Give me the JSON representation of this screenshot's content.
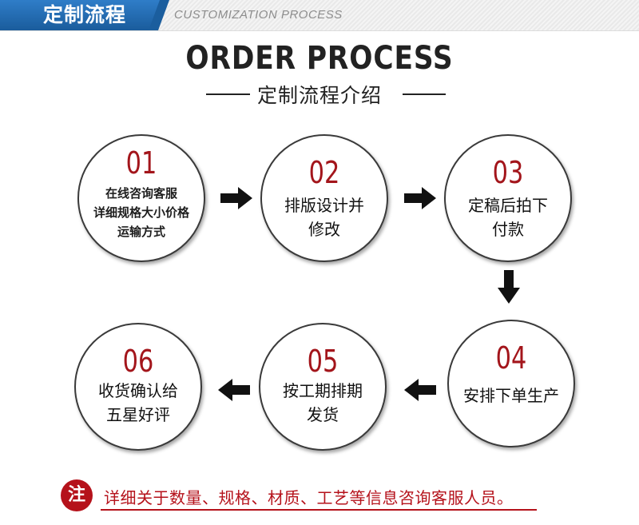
{
  "header": {
    "title": "定制流程",
    "subtitle": "CUSTOMIZATION PROCESS"
  },
  "title": {
    "english": "ORDER PROCESS",
    "chinese": "定制流程介绍"
  },
  "steps": [
    {
      "number": "01",
      "lines": [
        "在线咨询客服",
        "详细规格大小价格",
        "运输方式"
      ]
    },
    {
      "number": "02",
      "lines": [
        "排版设计并",
        "修改"
      ]
    },
    {
      "number": "03",
      "lines": [
        "定稿后拍下",
        "付款"
      ]
    },
    {
      "number": "04",
      "lines": [
        "安排下单生产"
      ]
    },
    {
      "number": "05",
      "lines": [
        "按工期排期",
        "发货"
      ]
    },
    {
      "number": "06",
      "lines": [
        "收货确认给",
        "五星好评"
      ]
    }
  ],
  "note": {
    "badge": "注",
    "text": "详细关于数量、规格、材质、工艺等信息咨询客服人员。"
  },
  "colors": {
    "accent_red": "#a3151b",
    "header_blue": "#2f7dc8",
    "text_dark": "#1e1e1e"
  }
}
